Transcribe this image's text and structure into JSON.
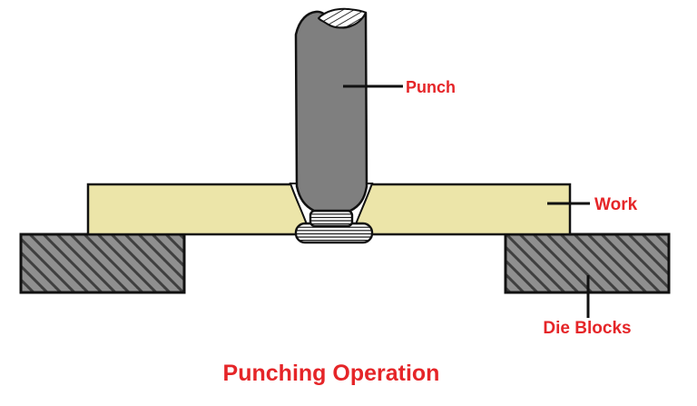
{
  "title": "Punching Operation",
  "labels": {
    "punch": "Punch",
    "work": "Work",
    "die_blocks": "Die Blocks"
  },
  "diagram": {
    "parts": [
      "punch",
      "work",
      "die-block-left",
      "die-block-right",
      "punched-slug"
    ],
    "description_visible_text_only": false
  },
  "colors": {
    "label-red": "#e52528",
    "punch-gray": "#7f7f7f",
    "die-gray": "#8f8f8f",
    "die-hatch": "#3f3f3f",
    "work-cream": "#ece5a9",
    "outline": "#111111",
    "bg": "#ffffff"
  }
}
